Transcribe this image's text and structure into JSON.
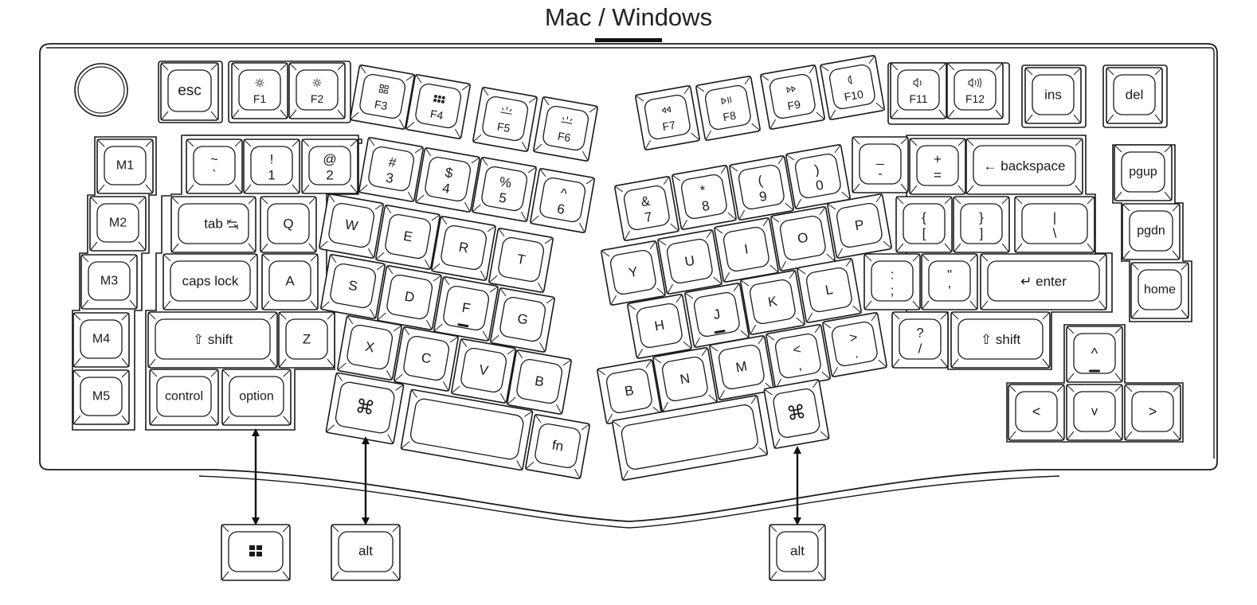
{
  "title": "Mac / Windows",
  "icons": {
    "knob": "rotary-knob-icon",
    "brightness": "sun-icon",
    "mission_control": "windows-grid-icon",
    "launchpad": "app-grid-icon",
    "backlight": "keyboard-light-icon",
    "media": "media-control-icon",
    "volume": "speaker-icon",
    "windows": "windows-logo-icon",
    "homing_bar": "homing-bump-icon"
  },
  "keys": {
    "esc": "esc",
    "f1": "F1",
    "f2": "F2",
    "f3": "F3",
    "f4": "F4",
    "f5": "F5",
    "f6": "F6",
    "f7": "F7",
    "f8": "F8",
    "f9": "F9",
    "f10": "F10",
    "f11": "F11",
    "f12": "F12",
    "ins": "ins",
    "del": "del",
    "m1": "M1",
    "m2": "M2",
    "m3": "M3",
    "m4": "M4",
    "m5": "M5",
    "tilde_top": "~",
    "tilde_bottom": "`",
    "n1_top": "!",
    "n1_bottom": "1",
    "n2_top": "@",
    "n2_bottom": "2",
    "n3_top": "#",
    "n3_bottom": "3",
    "n4_top": "$",
    "n4_bottom": "4",
    "n5_top": "%",
    "n5_bottom": "5",
    "n6_top": "^",
    "n6_bottom": "6",
    "n7_top": "&",
    "n7_bottom": "7",
    "n8_top": "*",
    "n8_bottom": "8",
    "n9_top": "(",
    "n9_bottom": "9",
    "n0_top": ")",
    "n0_bottom": "0",
    "minus_top": "_",
    "minus_bottom": "-",
    "equal_top": "+",
    "equal_bottom": "=",
    "backspace": "backspace",
    "tab": "tab",
    "q": "Q",
    "w": "W",
    "e": "E",
    "r": "R",
    "t": "T",
    "y": "Y",
    "u": "U",
    "i": "I",
    "o": "O",
    "p": "P",
    "lbracket_top": "{",
    "lbracket_bottom": "[",
    "rbracket_top": "}",
    "rbracket_bottom": "]",
    "backslash_top": "|",
    "backslash_bottom": "\\",
    "caps": "caps lock",
    "a": "A",
    "s": "S",
    "d": "D",
    "f": "F",
    "g": "G",
    "h": "H",
    "j": "J",
    "k": "K",
    "l": "L",
    "semicolon_top": ":",
    "semicolon_bottom": ";",
    "quote_top": "\"",
    "quote_bottom": "'",
    "enter": "enter",
    "lshift": "shift",
    "z": "Z",
    "x": "X",
    "c": "C",
    "v": "V",
    "b_left": "B",
    "b_right": "B",
    "n": "N",
    "m": "M",
    "comma_top": "<",
    "comma_bottom": ",",
    "period_top": ">",
    "period_bottom": ".",
    "slash_top": "?",
    "slash_bottom": "/",
    "rshift": "shift",
    "control": "control",
    "option": "option",
    "cmd_left": "⌘",
    "cmd_right": "⌘",
    "fn": "fn",
    "pgup": "pgup",
    "pgdn": "pgdn",
    "home": "home",
    "up": "^",
    "left": "<",
    "down": "v",
    "right": ">"
  },
  "callouts": {
    "win": "windows-key",
    "alt_left": "alt",
    "alt_right": "alt"
  }
}
